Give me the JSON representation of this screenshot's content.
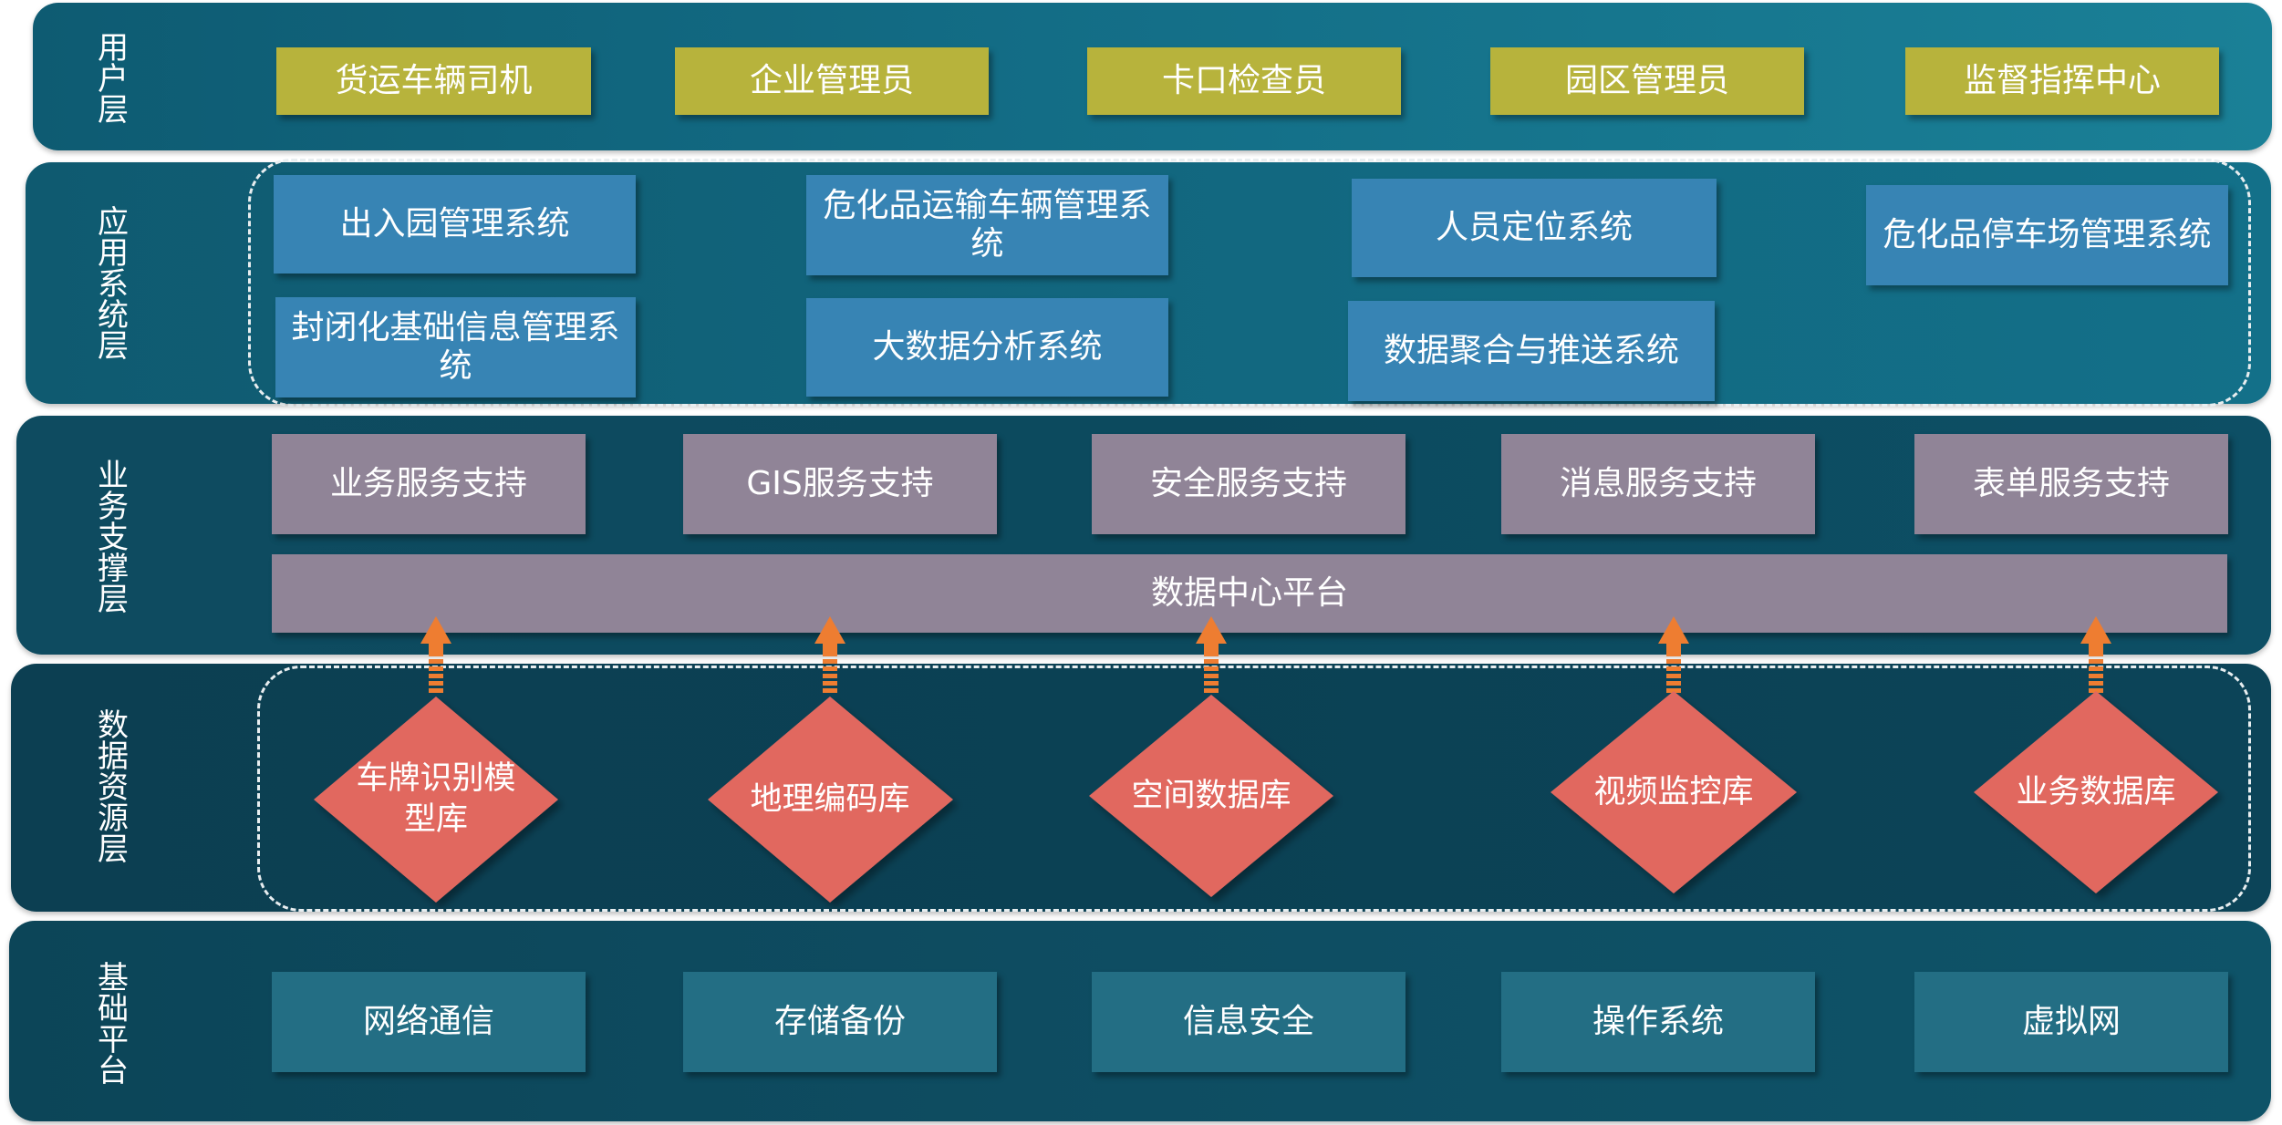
{
  "layers": {
    "user": "用户层",
    "app": "应用系统层",
    "biz": "业务支撑层",
    "data": "数据资源层",
    "base": "基础平台"
  },
  "user_roles": [
    "货运车辆司机",
    "企业管理员",
    "卡口检查员",
    "园区管理员",
    "监督指挥中心"
  ],
  "app_systems": [
    "出入园管理系统",
    "危化品运输车辆管理系统",
    "人员定位系统",
    "危化品停车场管理系统",
    "封闭化基础信息管理系统",
    "大数据分析系统",
    "数据聚合与推送系统"
  ],
  "biz_services": [
    "业务服务支持",
    "GIS服务支持",
    "安全服务支持",
    "消息服务支持",
    "表单服务支持"
  ],
  "data_platform": "数据中心平台",
  "data_stores": [
    "车牌识别模型库",
    "地理编码库",
    "空间数据库",
    "视频监控库",
    "业务数据库"
  ],
  "base_items": [
    "网络通信",
    "存储备份",
    "信息安全",
    "操作系统",
    "虚拟网"
  ],
  "colors": {
    "user_box": "#b7b33c",
    "app_box": "#3784b4",
    "biz_box": "#908497",
    "base_box": "#236e84",
    "diamond": "#e1675f",
    "arrow": "#ee7d31",
    "dashed_border": "#e8eef0"
  }
}
